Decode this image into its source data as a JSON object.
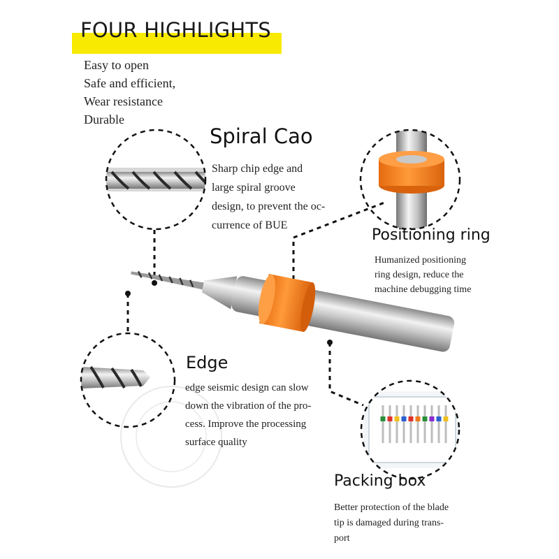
{
  "header": {
    "title": "FOUR HIGHLIGHTS",
    "accent_color": "#f8ea00"
  },
  "highlights": [
    "Easy to open",
    "Safe and efficient,",
    "Wear resistance",
    "Durable"
  ],
  "callouts": {
    "spiral": {
      "title": "Spiral Cao",
      "lines": [
        "Sharp chip edge and",
        "large spiral groove",
        "design, to prevent the oc-",
        "currence of BUE"
      ]
    },
    "ring": {
      "title": "Positioning ring",
      "lines": [
        "Humanized positioning",
        "ring design, reduce the",
        "machine debugging time"
      ]
    },
    "edge": {
      "title": "Edge",
      "lines": [
        "edge seismic design can slow",
        "down the vibration of the pro-",
        "cess. Improve the processing",
        "surface quality"
      ]
    },
    "box": {
      "title": "Packing box",
      "lines": [
        "Better protection of the blade",
        "tip is damaged during trans-",
        "port"
      ]
    }
  },
  "colors": {
    "ring_orange": "#f27e1c",
    "steel": "#b9b9b9",
    "dashed_line": "#111111"
  }
}
